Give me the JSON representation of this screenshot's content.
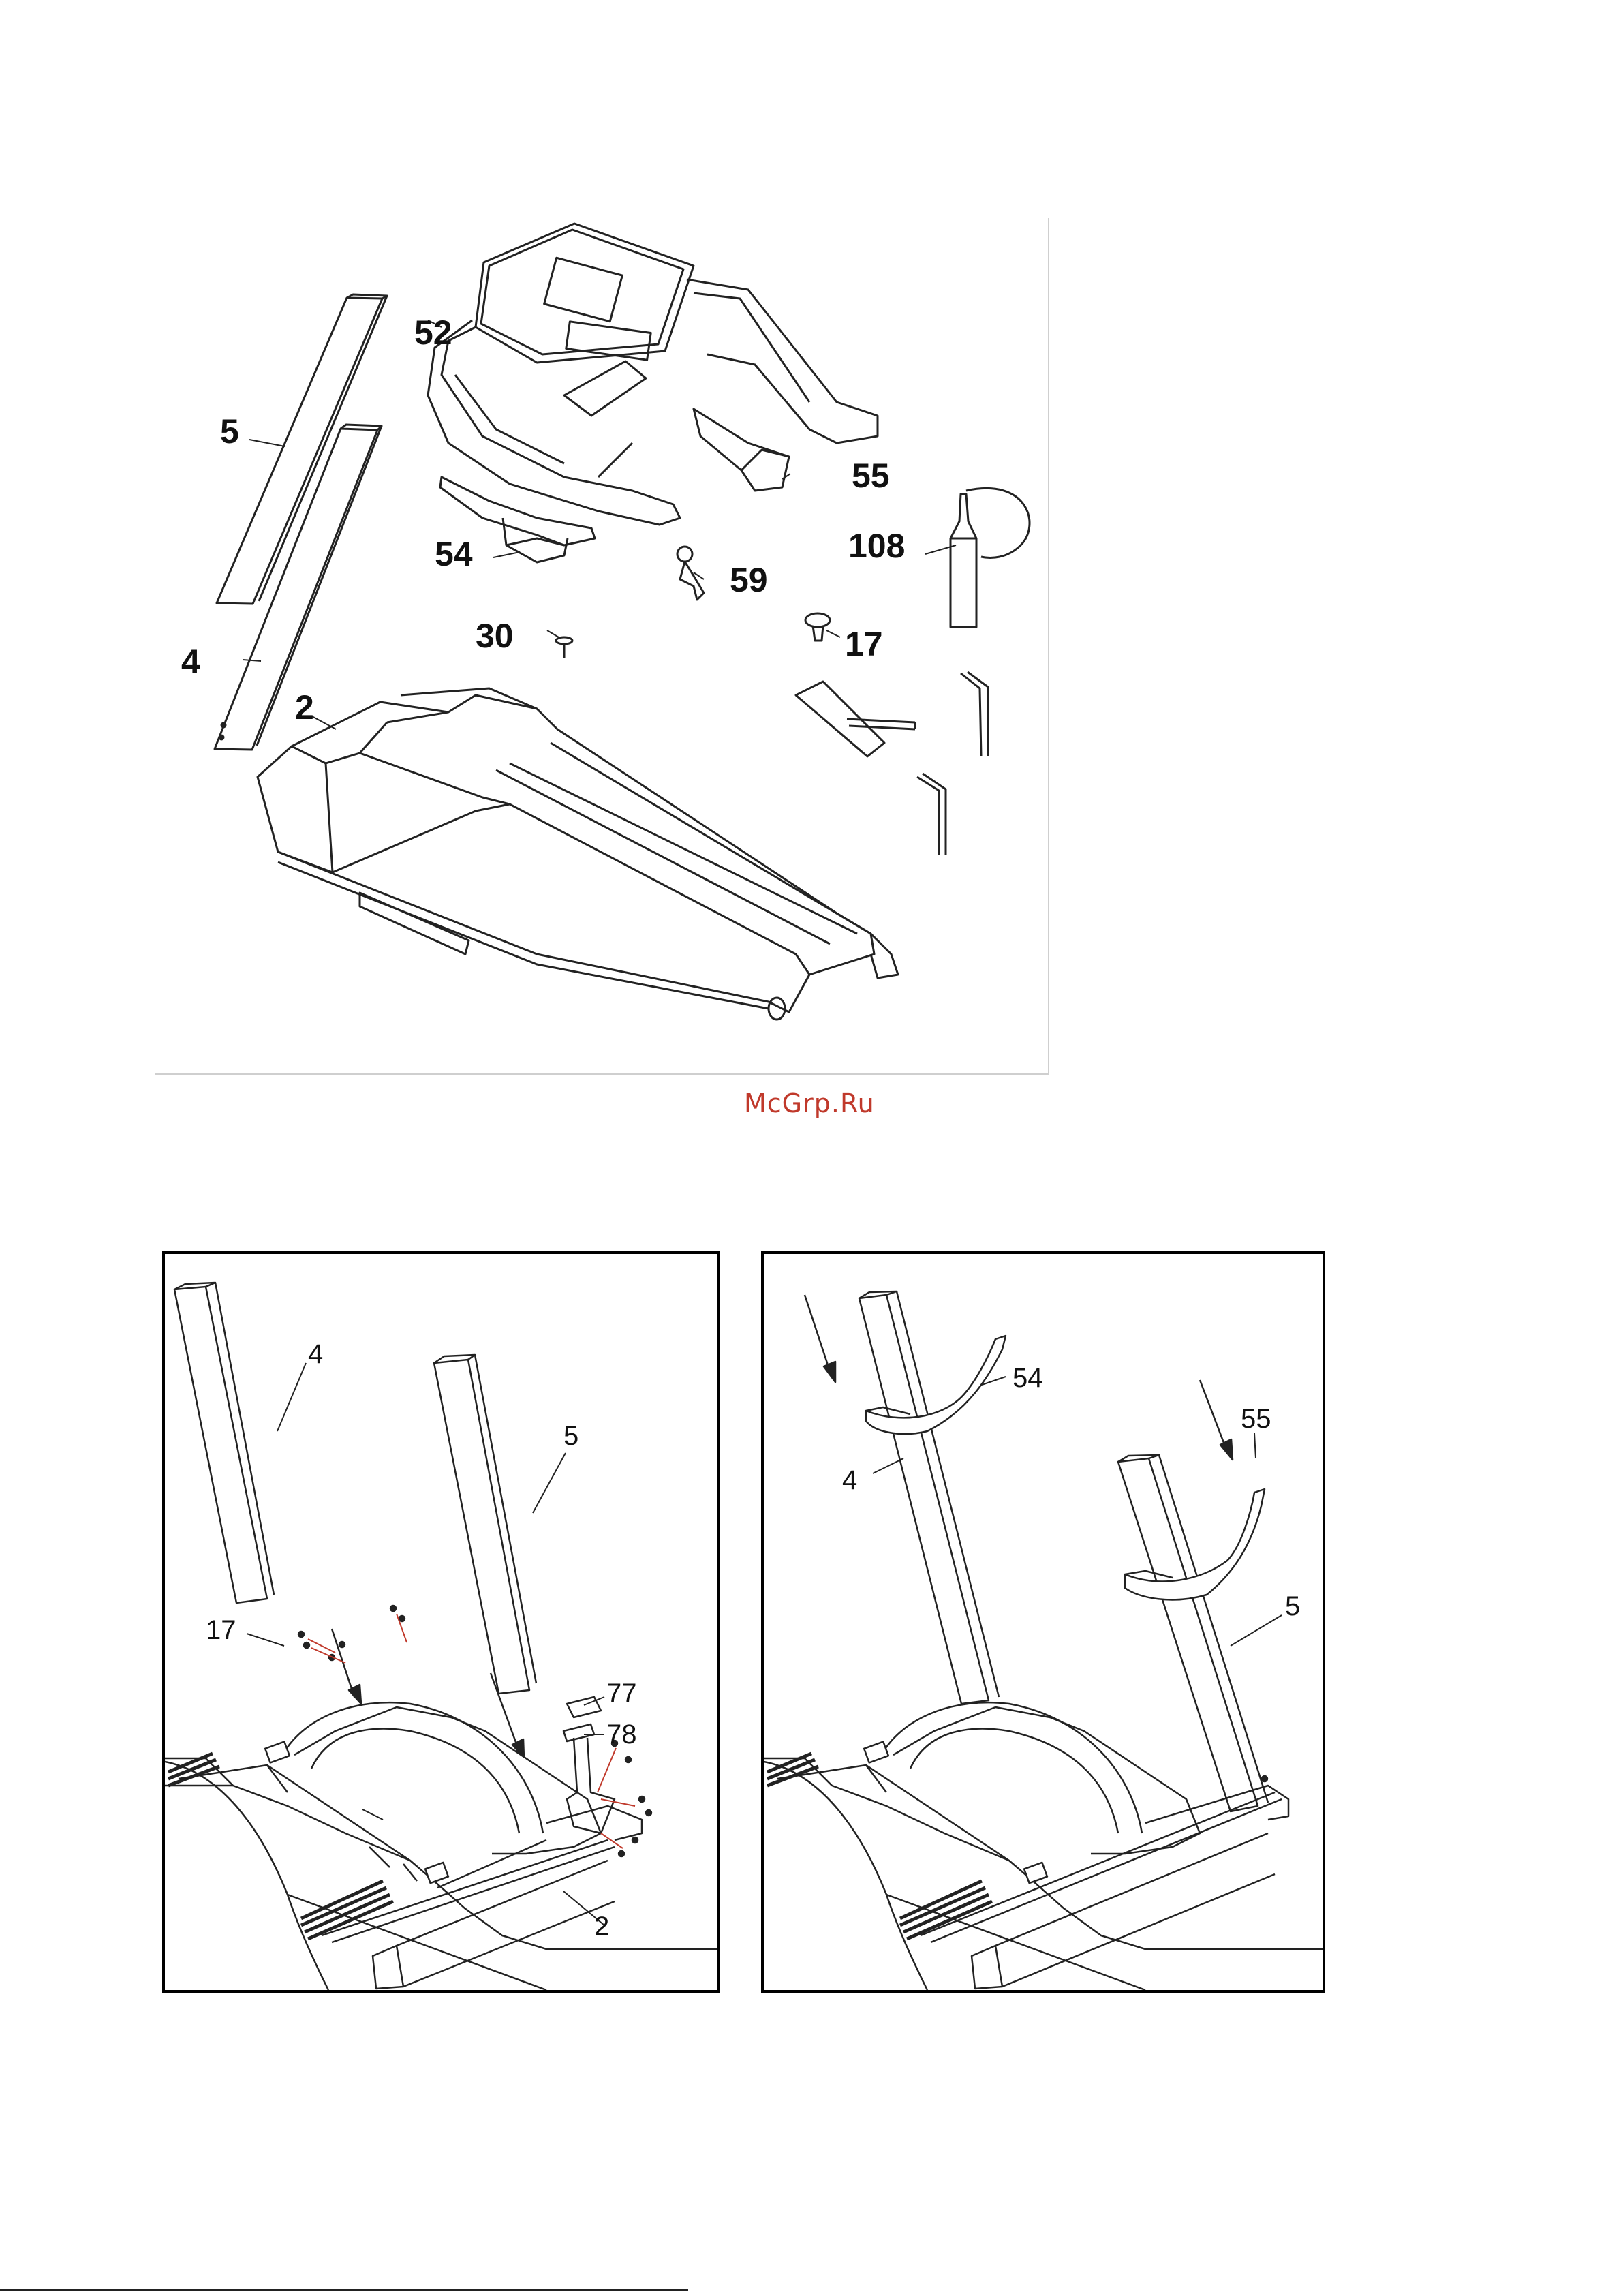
{
  "watermark": "McGrp.Ru",
  "top_diagram": {
    "labels": {
      "p52": "52",
      "p5": "5",
      "p55": "55",
      "p108": "108",
      "p54": "54",
      "p59": "59",
      "p30": "30",
      "p17": "17",
      "p4": "4",
      "p2": "2"
    }
  },
  "step1_diagram": {
    "labels": {
      "p4": "4",
      "p5": "5",
      "p17": "17",
      "p77": "77",
      "p78": "78",
      "p2": "2"
    }
  },
  "step2_diagram": {
    "labels": {
      "p54": "54",
      "p55": "55",
      "p4": "4",
      "p5": "5"
    }
  }
}
